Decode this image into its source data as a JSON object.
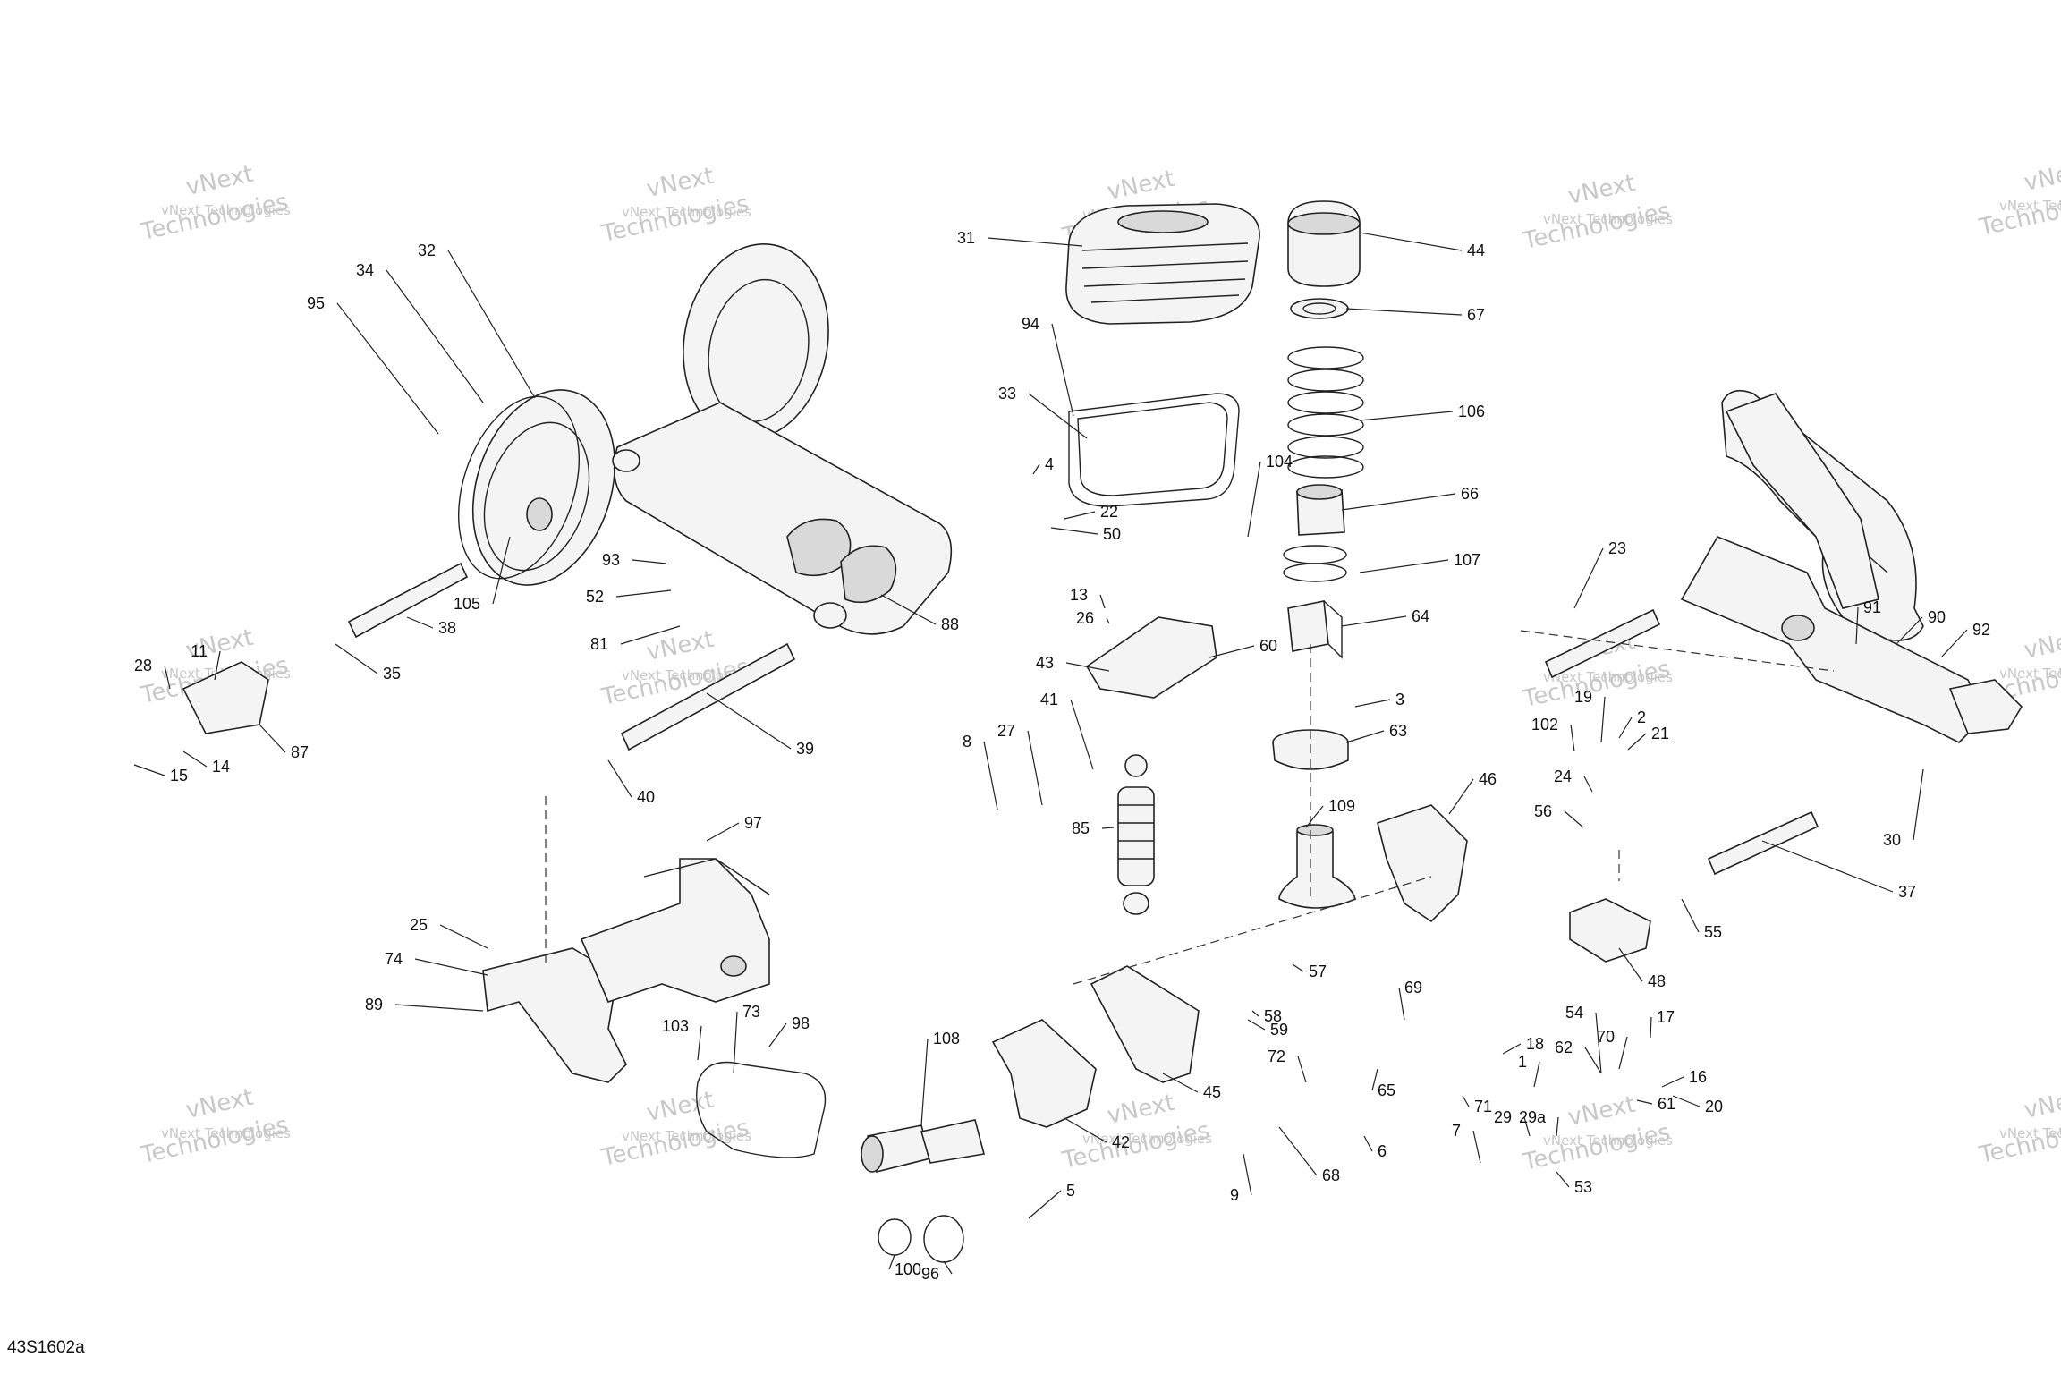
{
  "figure_code": "43S1602a",
  "watermark": {
    "line1": "vNext Technologies",
    "line2": "vNext",
    "line3": "Technologies"
  },
  "callouts": [
    "1",
    "2",
    "3",
    "4",
    "5",
    "6",
    "7",
    "8",
    "9",
    "11",
    "13",
    "14",
    "15",
    "16",
    "17",
    "18",
    "19",
    "20",
    "21",
    "22",
    "23",
    "24",
    "25",
    "26",
    "27",
    "28",
    "29",
    "29a",
    "30",
    "31",
    "32",
    "33",
    "34",
    "35",
    "37",
    "38",
    "39",
    "40",
    "41",
    "42",
    "43",
    "44",
    "45",
    "46",
    "48",
    "50",
    "52",
    "53",
    "54",
    "55",
    "56",
    "57",
    "58",
    "59",
    "60",
    "61",
    "62",
    "63",
    "64",
    "65",
    "66",
    "67",
    "68",
    "69",
    "70",
    "71",
    "72",
    "73",
    "74",
    "81",
    "85",
    "87",
    "88",
    "89",
    "90",
    "91",
    "92",
    "93",
    "94",
    "95",
    "96",
    "97",
    "98",
    "100",
    "102",
    "103",
    "104",
    "105",
    "106",
    "107",
    "108",
    "109"
  ]
}
